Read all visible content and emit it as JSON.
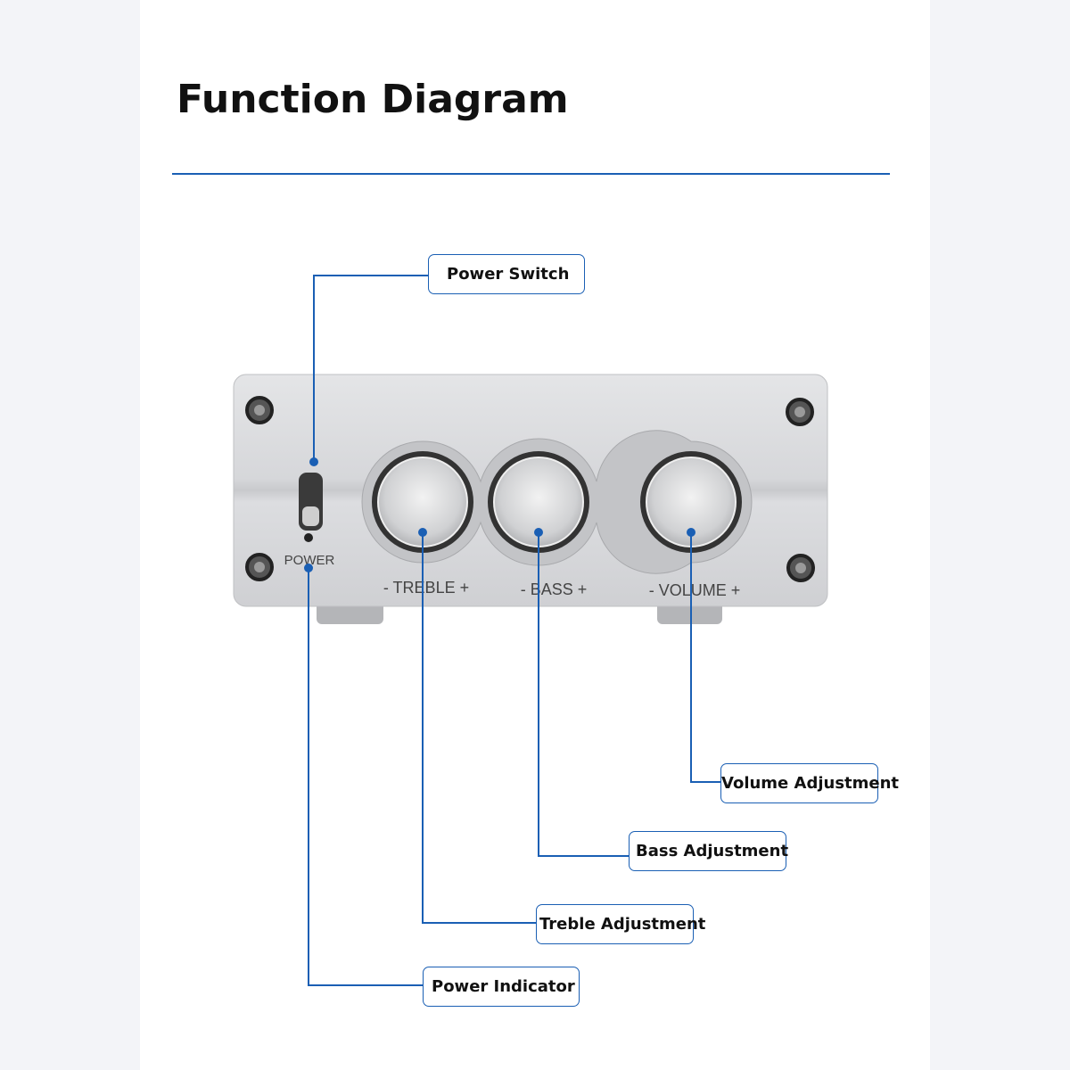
{
  "header": {
    "title": "Function Diagram"
  },
  "device": {
    "panel_labels": {
      "power": "POWER",
      "treble": "- TREBLE +",
      "bass": "- BASS +",
      "volume": "- VOLUME +"
    }
  },
  "callouts": {
    "power_switch": "Power Switch",
    "volume": "Volume Adjustment",
    "bass": "Bass Adjustment",
    "treble": "Treble Adjustment",
    "power_indicator": "Power Indicator"
  },
  "colors": {
    "accent": "#1a5fb4"
  }
}
